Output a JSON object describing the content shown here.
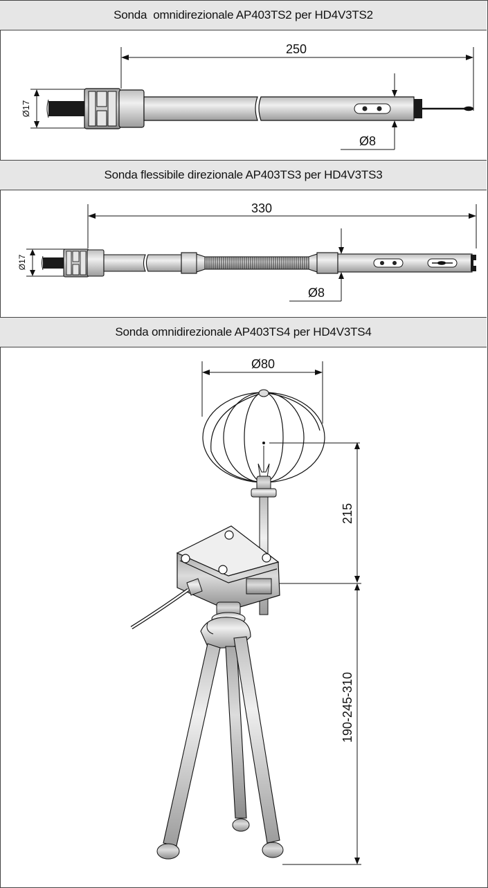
{
  "sections": [
    {
      "title": "Sonda  omnidirezionale AP403TS2 per HD4V3TS2",
      "length_label": "250",
      "diameter_handle_label": "Ø17",
      "diameter_tip_label": "Ø8"
    },
    {
      "title": "Sonda flessibile direzionale AP403TS3 per HD4V3TS3",
      "length_label": "330",
      "diameter_handle_label": "Ø17",
      "diameter_tip_label": "Ø8"
    },
    {
      "title": "Sonda omnidirezionale AP403TS4 per HD4V3TS4",
      "sphere_diameter_label": "Ø80",
      "probe_height_label": "215",
      "tripod_height_label": "190-245-310"
    }
  ],
  "colors": {
    "header_bg": "#e6e6e6",
    "line": "#111111",
    "probe_fill": "#c8c8c8",
    "probe_light": "#e8e8e8",
    "probe_dark": "#9a9a9a"
  }
}
